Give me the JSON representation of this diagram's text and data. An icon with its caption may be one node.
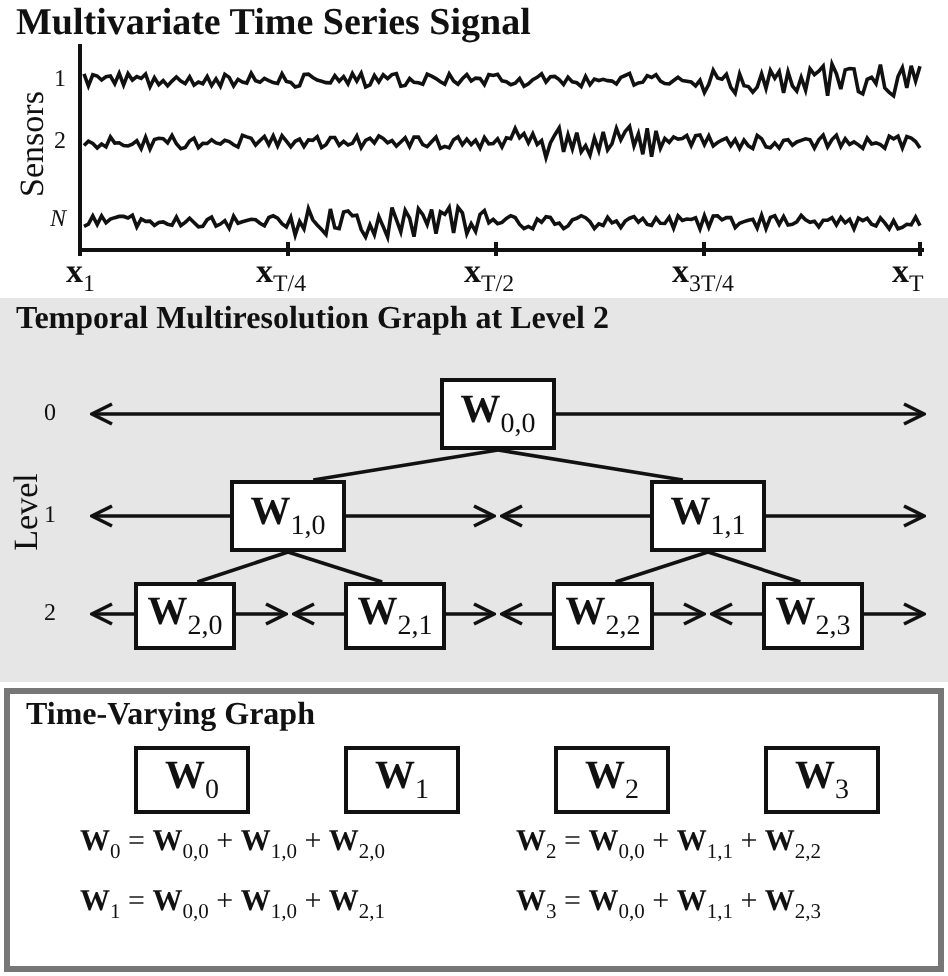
{
  "diagram": {
    "nodes": [
      {
        "text": [
          "Temporal Multiresolution Graph at Level 2"
        ]
      },
      {
        "text": [
          "**W**$_{0,0}$"
        ],
        "in": 0
      },
      {
        "text": [
          "**W**$_{1,0}$"
        ],
        "in": 0
      },
      {
        "text": [
          "**W**$_{1,1}$"
        ],
        "in": 0
      },
      {
        "text": [
          "**W**$_{2,0}$"
        ],
        "in": 0
      },
      {
        "text": [
          "**W**$_{2,1}$"
        ],
        "in": 0
      },
      {
        "text": [
          "**W**$_{2,2}$"
        ],
        "in": 0
      },
      {
        "text": [
          "**W**$_{2,3}$"
        ],
        "in": 0
      },
      {
        "text": [
          "Time-Varying Graph"
        ]
      },
      {
        "text": [
          "**W**$_{0}$"
        ],
        "in": 8
      },
      {
        "text": [
          "**W**$_{1}$"
        ],
        "in": 8
      },
      {
        "text": [
          "**W**$_{2}$"
        ],
        "in": 8
      },
      {
        "text": [
          "**W**$_{3}$"
        ],
        "in": 8
      }
    ],
    "edges": [
      {
        "from": 1,
        "to": 2,
        "arrow": "none"
      },
      {
        "from": 1,
        "to": 3,
        "arrow": "none"
      },
      {
        "from": 2,
        "to": 4,
        "arrow": "none"
      },
      {
        "from": 2,
        "to": 5,
        "arrow": "none"
      },
      {
        "from": 3,
        "to": 6,
        "arrow": "none"
      },
      {
        "from": 3,
        "to": 7,
        "arrow": "none"
      },
      {
        "from": 1,
        "to": null,
        "arrow": "to"
      },
      {
        "from": 1,
        "to": null,
        "arrow": "to"
      },
      {
        "from": 2,
        "to": null,
        "arrow": "to"
      },
      {
        "from": 2,
        "to": null,
        "arrow": "to"
      },
      {
        "from": 3,
        "to": null,
        "arrow": "to"
      },
      {
        "from": 3,
        "to": null,
        "arrow": "to"
      },
      {
        "from": 4,
        "to": null,
        "arrow": "to"
      },
      {
        "from": 4,
        "to": null,
        "arrow": "to"
      },
      {
        "from": 5,
        "to": null,
        "arrow": "to"
      },
      {
        "from": 5,
        "to": null,
        "arrow": "to"
      },
      {
        "from": 6,
        "to": null,
        "arrow": "to"
      },
      {
        "from": 6,
        "to": null,
        "arrow": "to"
      },
      {
        "from": 7,
        "to": null,
        "arrow": "to"
      },
      {
        "from": 7,
        "to": null,
        "arrow": "to"
      }
    ],
    "labels": [
      "Multivariate Time Series Signal",
      "Sensors",
      "1",
      "2",
      "N",
      "**x**$_{1}$",
      "**x**$_{T/4}$",
      "**x**$_{T/2}$",
      "**x**$_{3T/4}$",
      "**x**$_{T}$",
      "Level",
      "0",
      "1",
      "2",
      "**W**$_{0}$ = **W**$_{0,0}$ + **W**$_{1,0}$ + **W**$_{2,0}$",
      "**W**$_{2}$ = **W**$_{0,0}$ + **W**$_{1,1}$ + **W**$_{2,2}$",
      "**W**$_{1}$ = **W**$_{0,0}$ + **W**$_{1,0}$ + **W**$_{2,1}$",
      "**W**$_{3}$ = **W**$_{0,0}$ + **W**$_{1,1}$ + **W**$_{2,3}$"
    ]
  }
}
